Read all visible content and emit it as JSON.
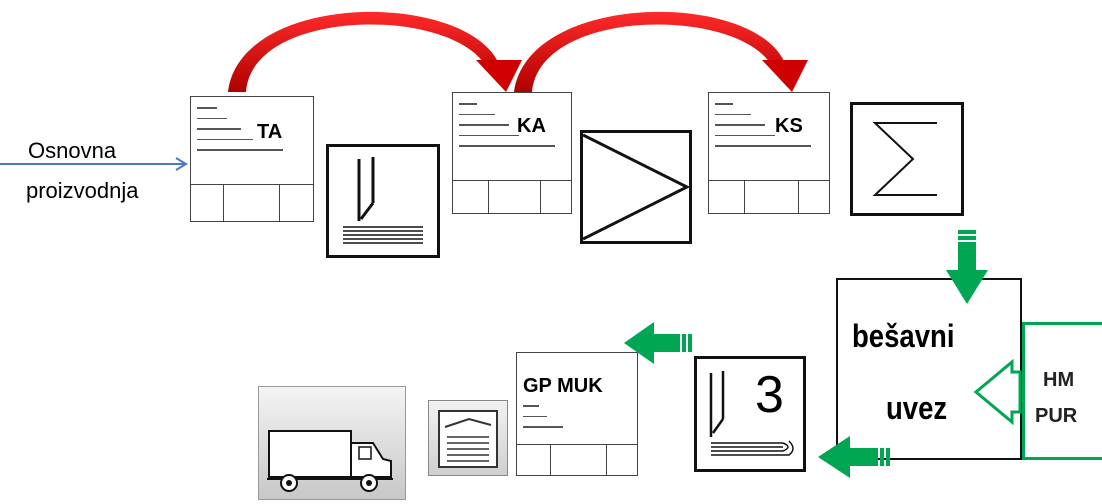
{
  "input_label": {
    "line1": "Osnovna",
    "line2": "proizvodnja"
  },
  "cards": {
    "ta": "TA",
    "ka": "KA",
    "ks": "KS",
    "gp": "GP MUK"
  },
  "binding": {
    "line1": "bešavni",
    "line2": "uvez"
  },
  "adhesive": {
    "line1": "HM",
    "line2": "PUR"
  },
  "number_symbol": "3",
  "colors": {
    "red_arrow": "#e00000",
    "green_arrow": "#00a651",
    "blue_arrow": "#4a78c4"
  }
}
